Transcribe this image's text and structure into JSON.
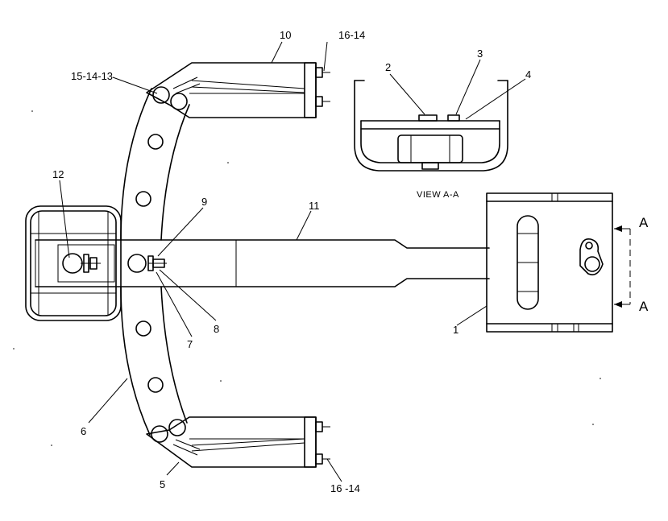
{
  "labels": {
    "l1": "1",
    "l2": "2",
    "l3": "3",
    "l4": "4",
    "l5": "5",
    "l6": "6",
    "l7": "7",
    "l8": "8",
    "l9": "9",
    "l10": "10",
    "l11": "11",
    "l12": "12",
    "l15_14_13": "15-14-13",
    "l16_14_top": "16-14",
    "l16_14_bottom": "16 -14"
  },
  "view_caption": "VIEW  A-A",
  "section_marks": {
    "top": "A",
    "bottom": "A"
  }
}
